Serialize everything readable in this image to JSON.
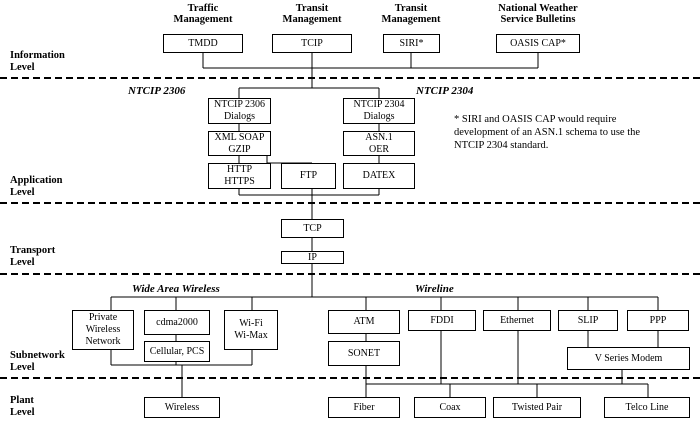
{
  "categories": {
    "traffic": "Traffic\nManagement",
    "transit1": "Transit\nManagement",
    "transit2": "Transit\nManagement",
    "weather": "National Weather\nService Bulletins"
  },
  "levels": {
    "information": "Information\nLevel",
    "application": "Application\nLevel",
    "transport": "Transport\nLevel",
    "subnetwork": "Subnetwork\nLevel",
    "plant": "Plant\nLevel"
  },
  "headers": {
    "ntcip2306": "NTCIP 2306",
    "ntcip2304": "NTCIP 2304",
    "wide_area": "Wide Area Wireless",
    "wireline": "Wireline"
  },
  "note": "* SIRI and OASIS CAP would require\ndevelopment of an ASN.1 schema to use the\nNTCIP 2304 standard.",
  "boxes": {
    "tmdd": "TMDD",
    "tcip": "TCIP",
    "siri": "SIRI*",
    "oasis": "OASIS CAP*",
    "dialogs2306": "NTCIP 2306\nDialogs",
    "dialogs2304": "NTCIP 2304\nDialogs",
    "xmlsoap": "XML SOAP\nGZIP",
    "asn1": "ASN.1\nOER",
    "http": "HTTP\nHTTPS",
    "ftp": "FTP",
    "datex": "DATEX",
    "tcp": "TCP",
    "ip": "IP",
    "private": "Private\nWireless\nNetwork",
    "cdma": "cdma2000",
    "cellular": "Cellular, PCS",
    "wifi": "Wi-Fi\nWi-Max",
    "atm": "ATM",
    "sonet": "SONET",
    "fddi": "FDDI",
    "ethernet": "Ethernet",
    "slip": "SLIP",
    "ppp": "PPP",
    "vmodem": "V Series Modem",
    "wireless": "Wireless",
    "fiber": "Fiber",
    "coax": "Coax",
    "twisted": "Twisted Pair",
    "telco": "Telco Line"
  }
}
